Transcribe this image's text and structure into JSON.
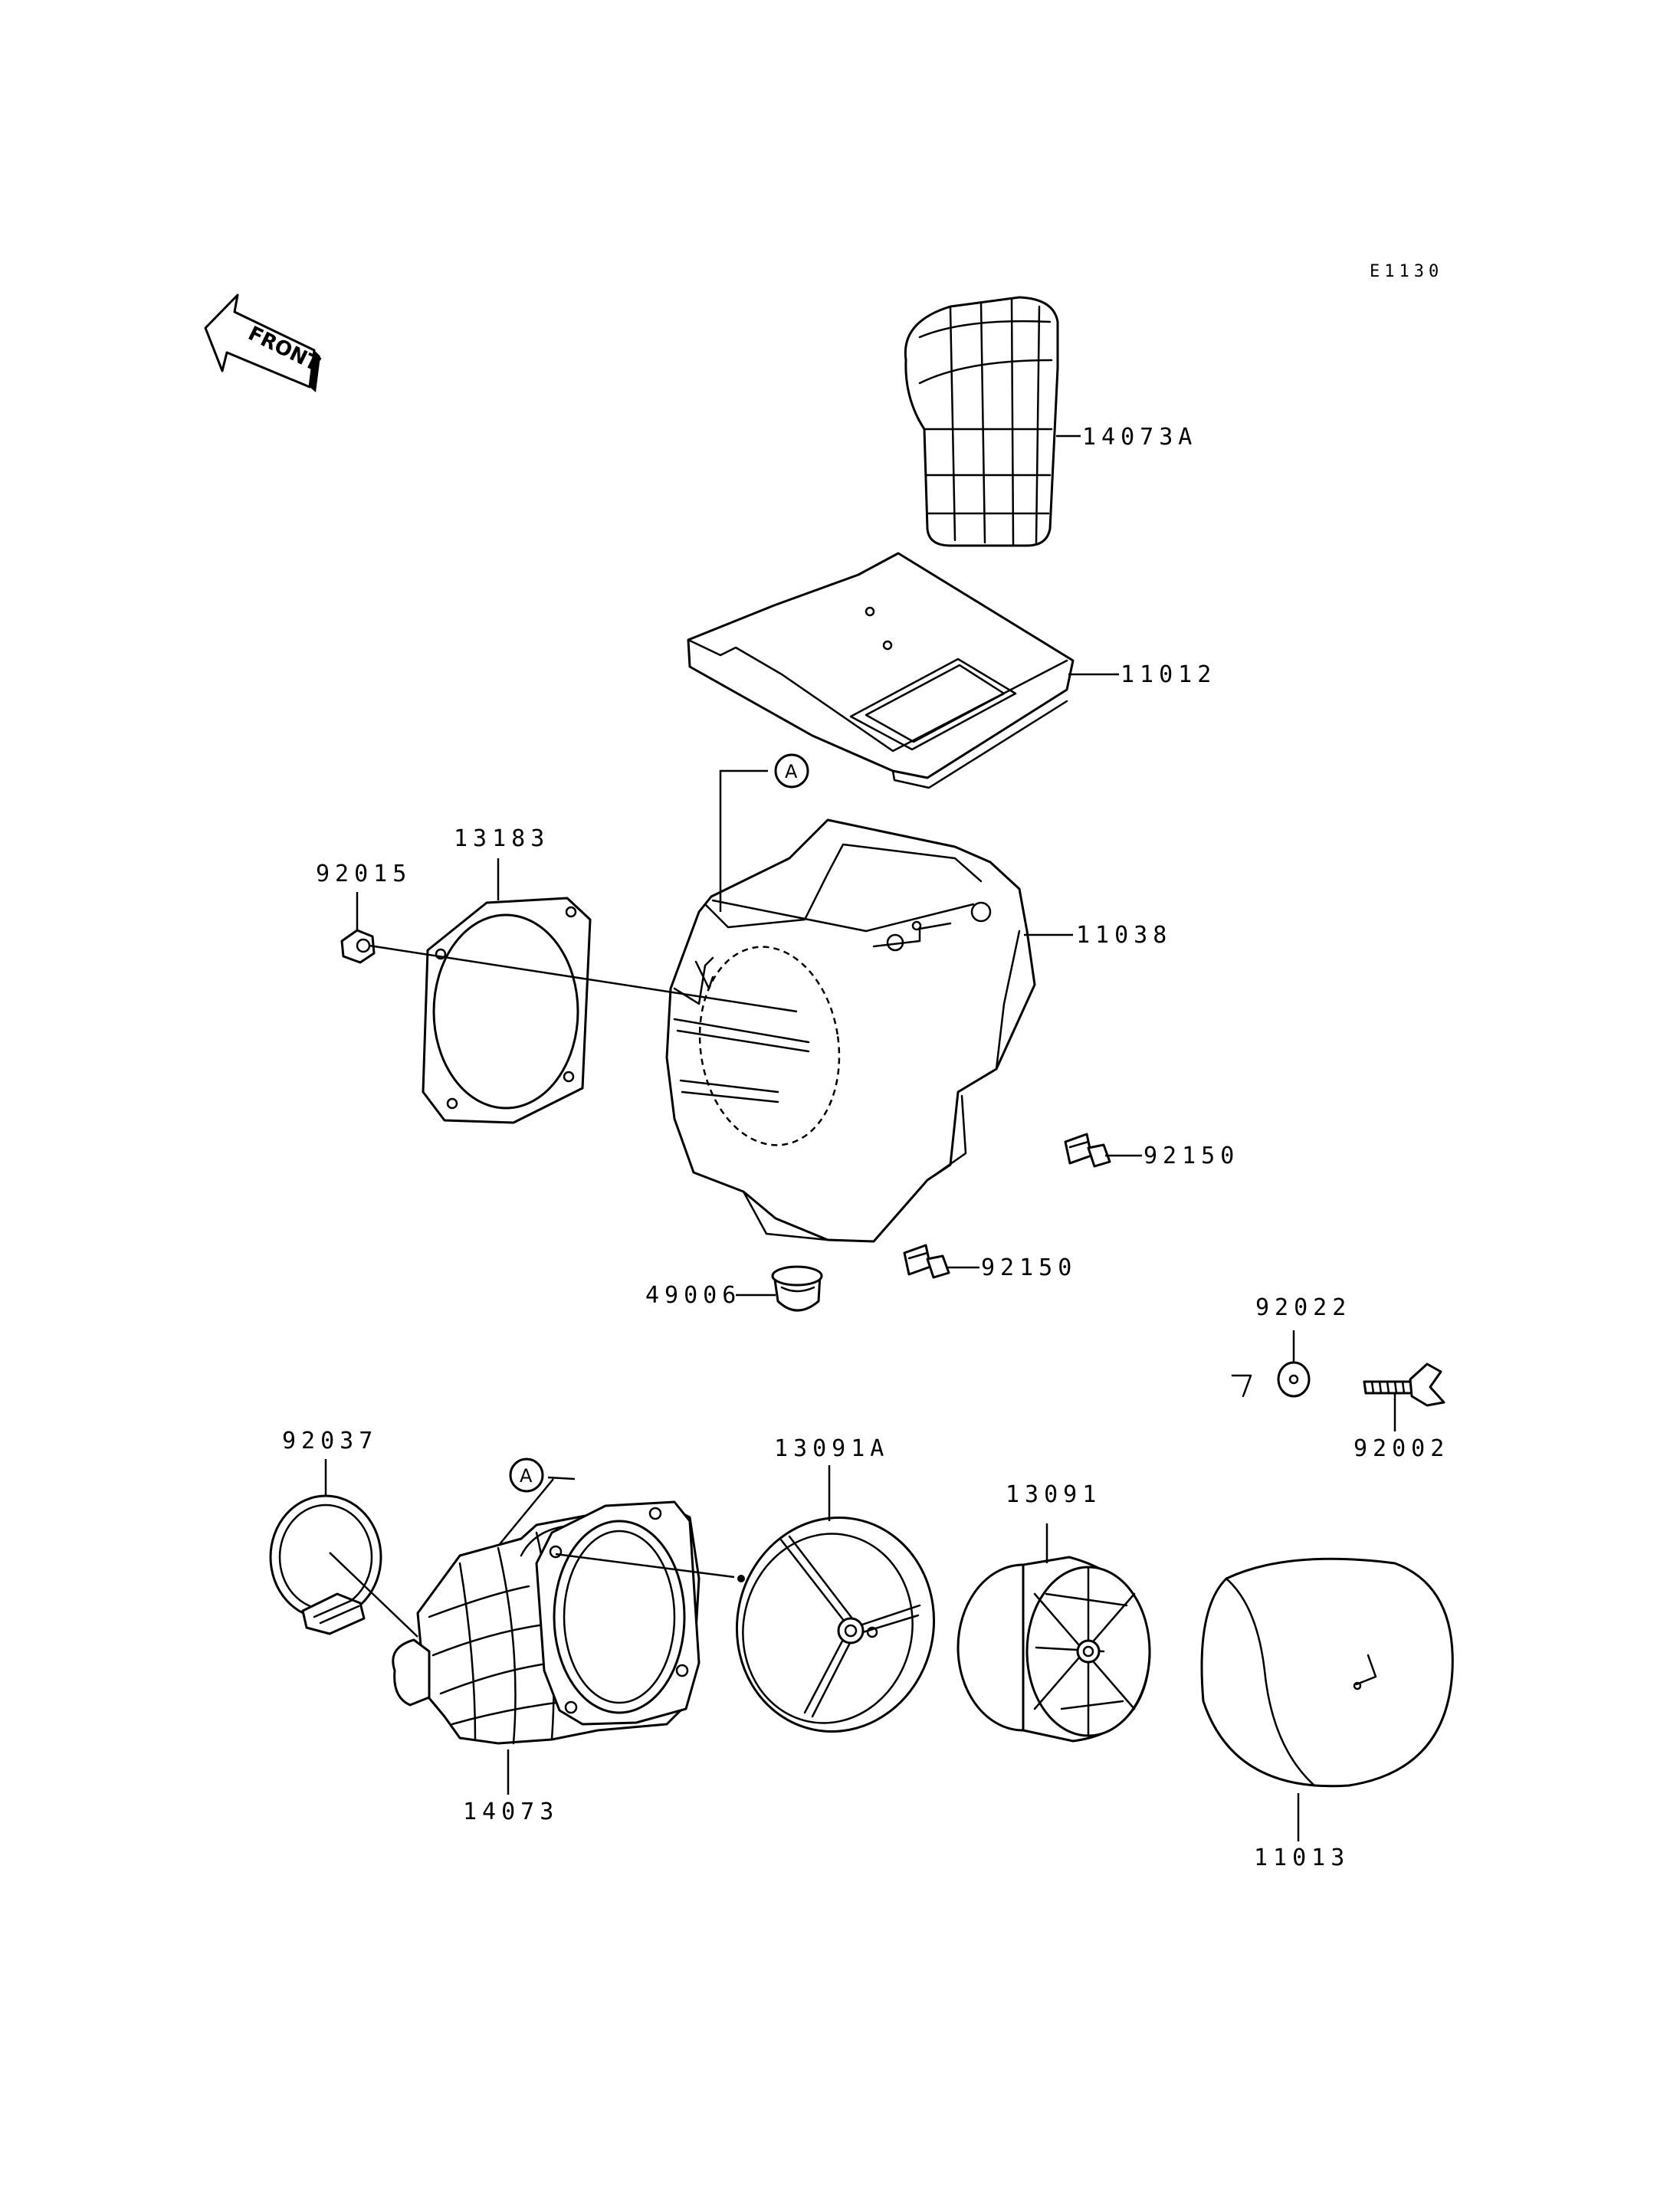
{
  "diagram_code": "E1130",
  "front_indicator": "FRONT",
  "callout_letter": "A",
  "parts": [
    {
      "id": "p-14073A",
      "label": "14073A"
    },
    {
      "id": "p-11012",
      "label": "11012"
    },
    {
      "id": "p-13183",
      "label": "13183"
    },
    {
      "id": "p-92015",
      "label": "92015"
    },
    {
      "id": "p-11038",
      "label": "11038"
    },
    {
      "id": "p-92150a",
      "label": "92150"
    },
    {
      "id": "p-92150b",
      "label": "92150"
    },
    {
      "id": "p-49006",
      "label": "49006"
    },
    {
      "id": "p-92022",
      "label": "92022"
    },
    {
      "id": "p-92002",
      "label": "92002"
    },
    {
      "id": "p-92037",
      "label": "92037"
    },
    {
      "id": "p-13091A",
      "label": "13091A"
    },
    {
      "id": "p-13091",
      "label": "13091"
    },
    {
      "id": "p-14073",
      "label": "14073"
    },
    {
      "id": "p-11013",
      "label": "11013"
    }
  ]
}
